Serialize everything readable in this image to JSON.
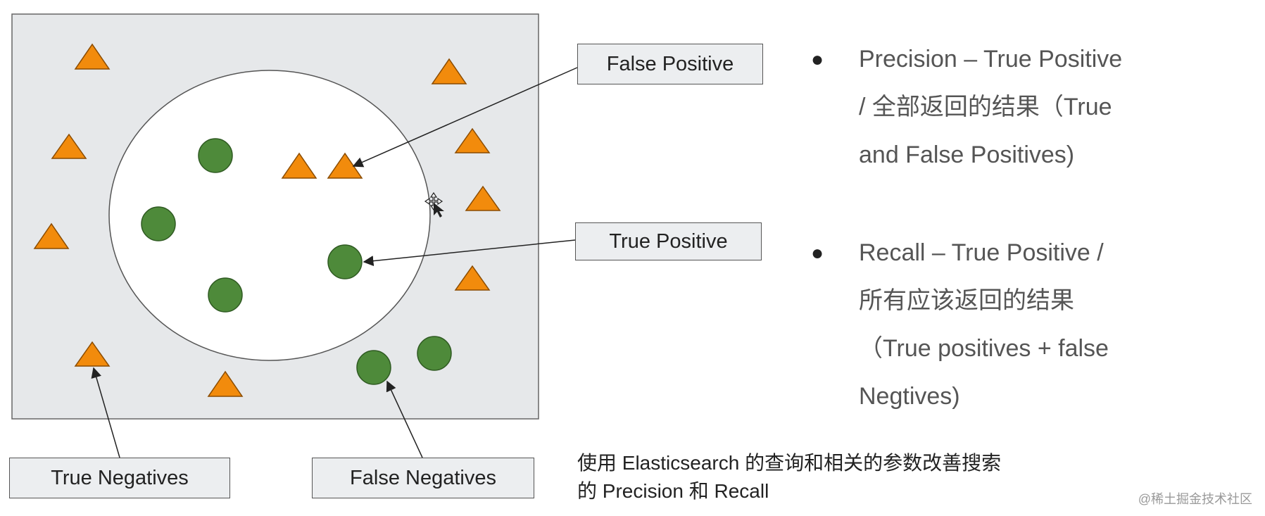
{
  "labels": {
    "false_positive": "False Positive",
    "true_positive": "True Positive",
    "true_negatives": "True Negatives",
    "false_negatives": "False Negatives"
  },
  "definitions": {
    "precision": "Precision – True Positive\n/ 全部返回的结果（True\nand False Positives)",
    "recall": "Recall – True Positive /\n所有应该返回的结果\n（True positives + false\nNegtives)"
  },
  "caption": "使用 Elasticsearch 的查询和相关的参数改善搜索\n的 Precision 和 Recall",
  "watermark": "@稀土掘金技术社区",
  "colors": {
    "panel": "#e6e8ea",
    "triangle": "#f28b0c",
    "circle": "#4e8a3a",
    "circle_stroke": "#2f5a22"
  },
  "icons": [
    "triangle-marker",
    "circle-marker",
    "arrow",
    "cursor-move-icon"
  ]
}
